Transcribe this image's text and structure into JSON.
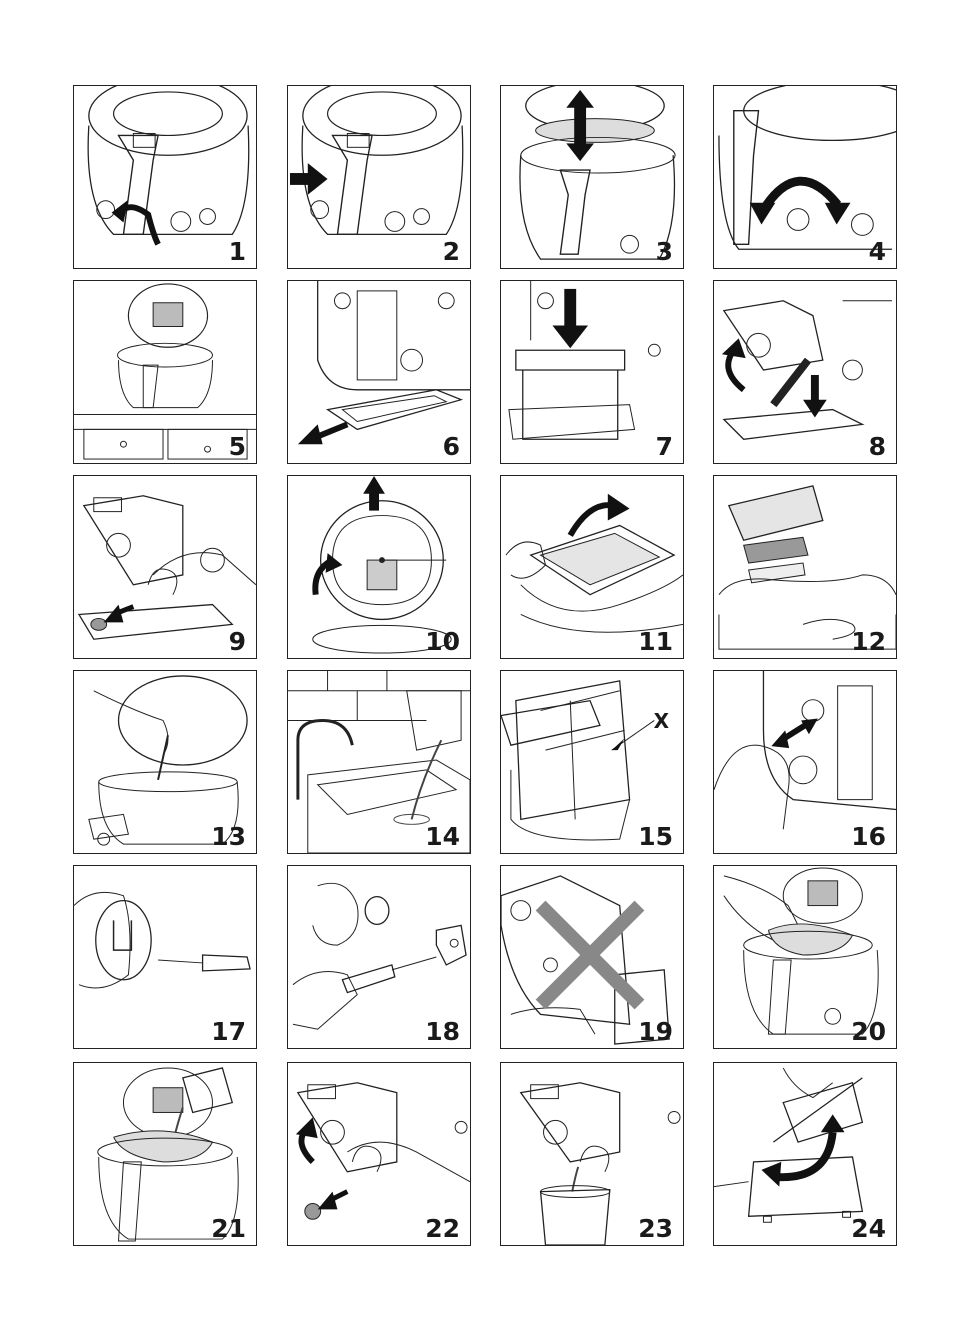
{
  "panels": [
    {
      "number": "1",
      "scene": "fryer-front"
    },
    {
      "number": "2",
      "scene": "fryer-front"
    },
    {
      "number": "3",
      "scene": "fryer-lid-basket"
    },
    {
      "number": "4",
      "scene": "fryer-side-rotate"
    },
    {
      "number": "5",
      "scene": "fryer-on-counter"
    },
    {
      "number": "6",
      "scene": "tray-out"
    },
    {
      "number": "7",
      "scene": "container-in"
    },
    {
      "number": "8",
      "scene": "pipe-tray"
    },
    {
      "number": "9",
      "scene": "drain-hand"
    },
    {
      "number": "10",
      "scene": "lid-removal"
    },
    {
      "number": "11",
      "scene": "filter-hand"
    },
    {
      "number": "12",
      "scene": "filter-parts"
    },
    {
      "number": "13",
      "scene": "lid-clean"
    },
    {
      "number": "14",
      "scene": "sink-rinse"
    },
    {
      "number": "15",
      "scene": "tray-clean",
      "label": "X"
    },
    {
      "number": "16",
      "scene": "knob-hand"
    },
    {
      "number": "17",
      "scene": "knob-screwdriver"
    },
    {
      "number": "18",
      "scene": "screwdriver-parts"
    },
    {
      "number": "19",
      "scene": "not-allowed"
    },
    {
      "number": "20",
      "scene": "bag-insert"
    },
    {
      "number": "21",
      "scene": "oil-pour"
    },
    {
      "number": "22",
      "scene": "drain-rotate"
    },
    {
      "number": "23",
      "scene": "drain-jug"
    },
    {
      "number": "24",
      "scene": "tilt-scale"
    }
  ]
}
